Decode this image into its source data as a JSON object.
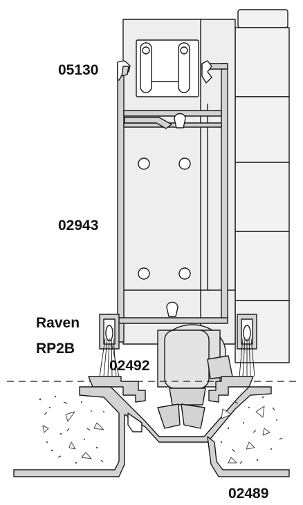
{
  "labels": {
    "part_top": "05130",
    "part_middle": "02943",
    "brush_line1": "Raven",
    "brush_line2": "RP2B",
    "part_guide": "02492",
    "part_track": "02489"
  },
  "colors": {
    "profile_fill": "#d3d3d3",
    "outline": "#1a1a1a",
    "panel_fill": "#eeeeee",
    "door_fill": "#f2f2f2",
    "concrete_mark": "#444444"
  }
}
